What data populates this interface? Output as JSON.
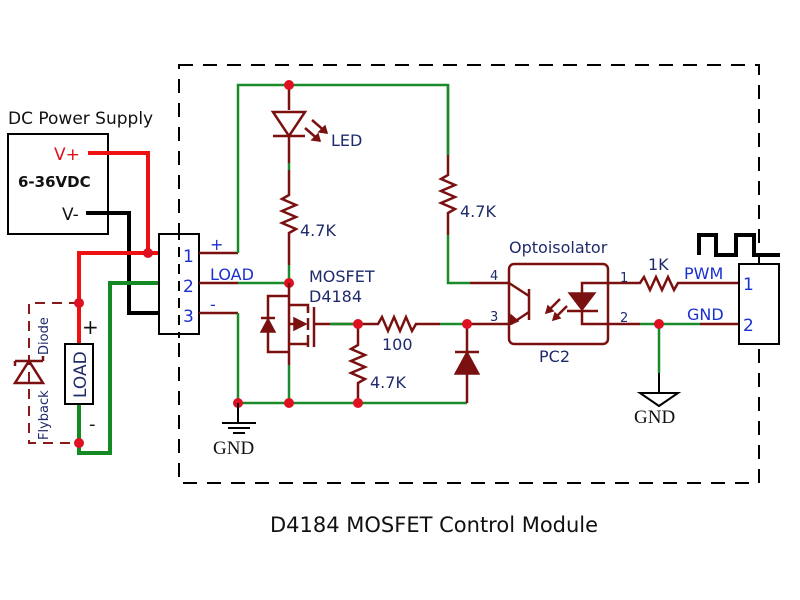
{
  "title": "D4184 MOSFET Control Module",
  "power_supply": {
    "title": "DC Power Supply",
    "voltage": "6-36VDC",
    "vplus": "V+",
    "vminus": "V-"
  },
  "load": {
    "label": "LOAD",
    "plus": "+",
    "minus": "-",
    "flyback_line1": "Flyback",
    "flyback_line2": "Diode"
  },
  "input_connector": {
    "pins": [
      "1",
      "2",
      "3"
    ],
    "pin_labels": [
      "+",
      "LOAD",
      "-"
    ]
  },
  "components": {
    "led": "LED",
    "r_led": "4.7K",
    "r_pullup": "4.7K",
    "mosfet_type": "MOSFET",
    "mosfet_part": "D4184",
    "r_gate": "100",
    "r_gate_pulldown": "4.7K",
    "opto_title": "Optoisolator",
    "opto_ref": "PC2",
    "opto_pins": [
      "4",
      "3",
      "1",
      "2"
    ],
    "r_input": "1K"
  },
  "output_connector": {
    "pins": [
      "1",
      "2"
    ],
    "pin_labels": [
      "PWM",
      "GND"
    ]
  },
  "grounds": [
    "GND",
    "GND"
  ],
  "colors": {
    "positive_wire": "#ee1111",
    "negative_wire": "#000000",
    "load_wire": "#138a23",
    "net_wire": "#1b8a2a",
    "component": "#7a1010",
    "junction": "#dd1122",
    "pin_label": "#1a2fd0"
  }
}
